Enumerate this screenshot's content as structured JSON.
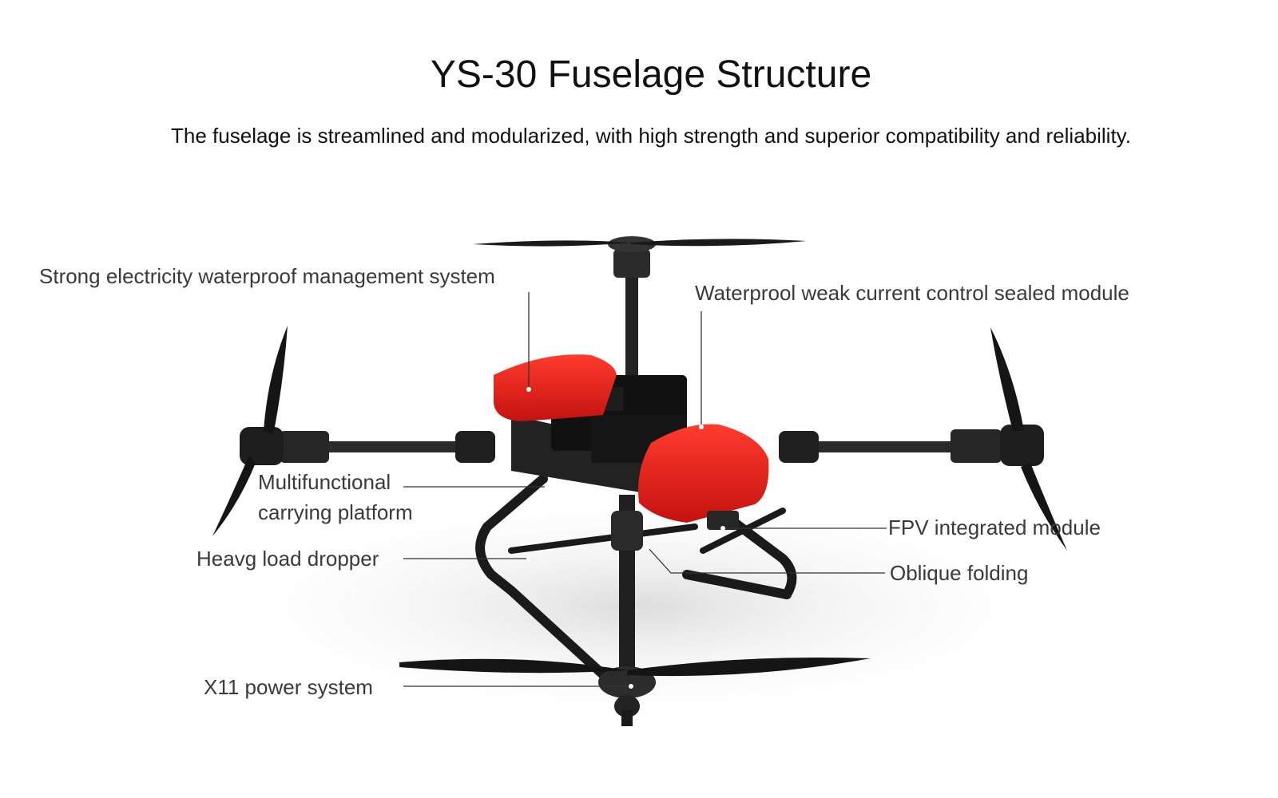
{
  "header": {
    "title": "YS-30 Fuselage Structure",
    "subtitle": "The fuselage is streamlined and modularized, with high strength and superior compatibility and reliability."
  },
  "callouts": {
    "electricity_system": "Strong electricity waterproof management system",
    "weak_current_module": "Waterprool weak current control sealed module",
    "carrying_platform_line1": "Multifunctional",
    "carrying_platform_line2": "carrying platform",
    "load_dropper": "Heavg load dropper",
    "fpv_module": "FPV integrated module",
    "oblique_folding": "Oblique folding",
    "power_system": "X11 power system"
  },
  "colors": {
    "shell_red": "#e81d1b",
    "frame_black": "#1c1c1c",
    "leader_line": "#333333"
  }
}
